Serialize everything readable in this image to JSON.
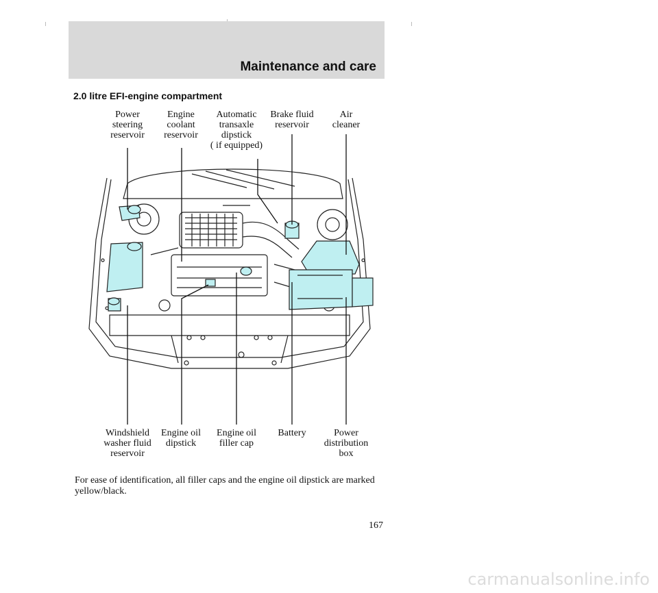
{
  "header": {
    "title": "Maintenance and care"
  },
  "section_title": "2.0 litre EFI-engine compartment",
  "labels_top": {
    "power_steering": "Power\nsteering\nreservoir",
    "engine_coolant": "Engine\ncoolant\nreservoir",
    "automatic_transaxle": "Automatic\ntransaxle\ndipstick\n( if equipped)",
    "brake_fluid": "Brake fluid\nreservoir",
    "air_cleaner": "Air\ncleaner"
  },
  "labels_bottom": {
    "windshield_washer": "Windshield\nwasher fluid\nreservoir",
    "engine_oil_dipstick": "Engine oil\ndipstick",
    "engine_oil_filler": "Engine oil\nfiller cap",
    "battery": "Battery",
    "power_distribution": "Power\ndistribution\nbox"
  },
  "footnote": "For ease of identification, all filler caps and the engine oil dipstick are marked yellow/black.",
  "page_number": "167",
  "watermark": "carmanualsonline.info",
  "colors": {
    "highlight": "#bfeff1",
    "header_band": "#d9d9d9",
    "line": "#111111"
  }
}
